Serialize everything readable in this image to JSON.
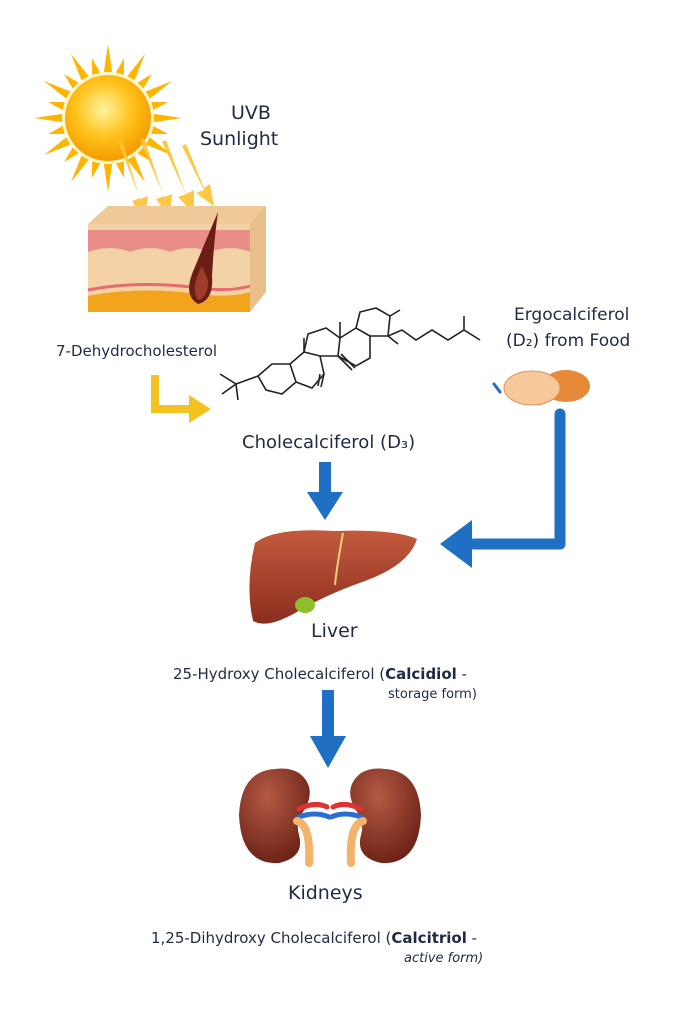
{
  "diagram": {
    "title_hidden": "",
    "sunlight": {
      "line1": "UVB",
      "line2": "Sunlight"
    },
    "skin_label": "7-Dehydrocholesterol",
    "d3_label": "Cholecalciferol (D₃)",
    "food": {
      "line1": "Ergocalciferol",
      "line2": "(D₂) from Food"
    },
    "liver": {
      "label": "Liver",
      "product_main": "25-Hydroxy Cholecalciferol (",
      "product_bold": "Calcidiol",
      "product_dash": " -",
      "product_note": "storage form)"
    },
    "kidneys": {
      "label": "Kidneys",
      "product_main": "1,25-Dihydroxy Cholecalciferol (",
      "product_bold": "Calcitriol",
      "product_dash": " -",
      "product_note": "active form)"
    },
    "colors": {
      "arrow_blue": "#1f6fc4",
      "arrow_yellow": "#f4c21f",
      "text_navy": "#1f2a44",
      "sun": "#f7b500",
      "liver": "#a3402a",
      "kidney": "#8e3a2a"
    }
  }
}
